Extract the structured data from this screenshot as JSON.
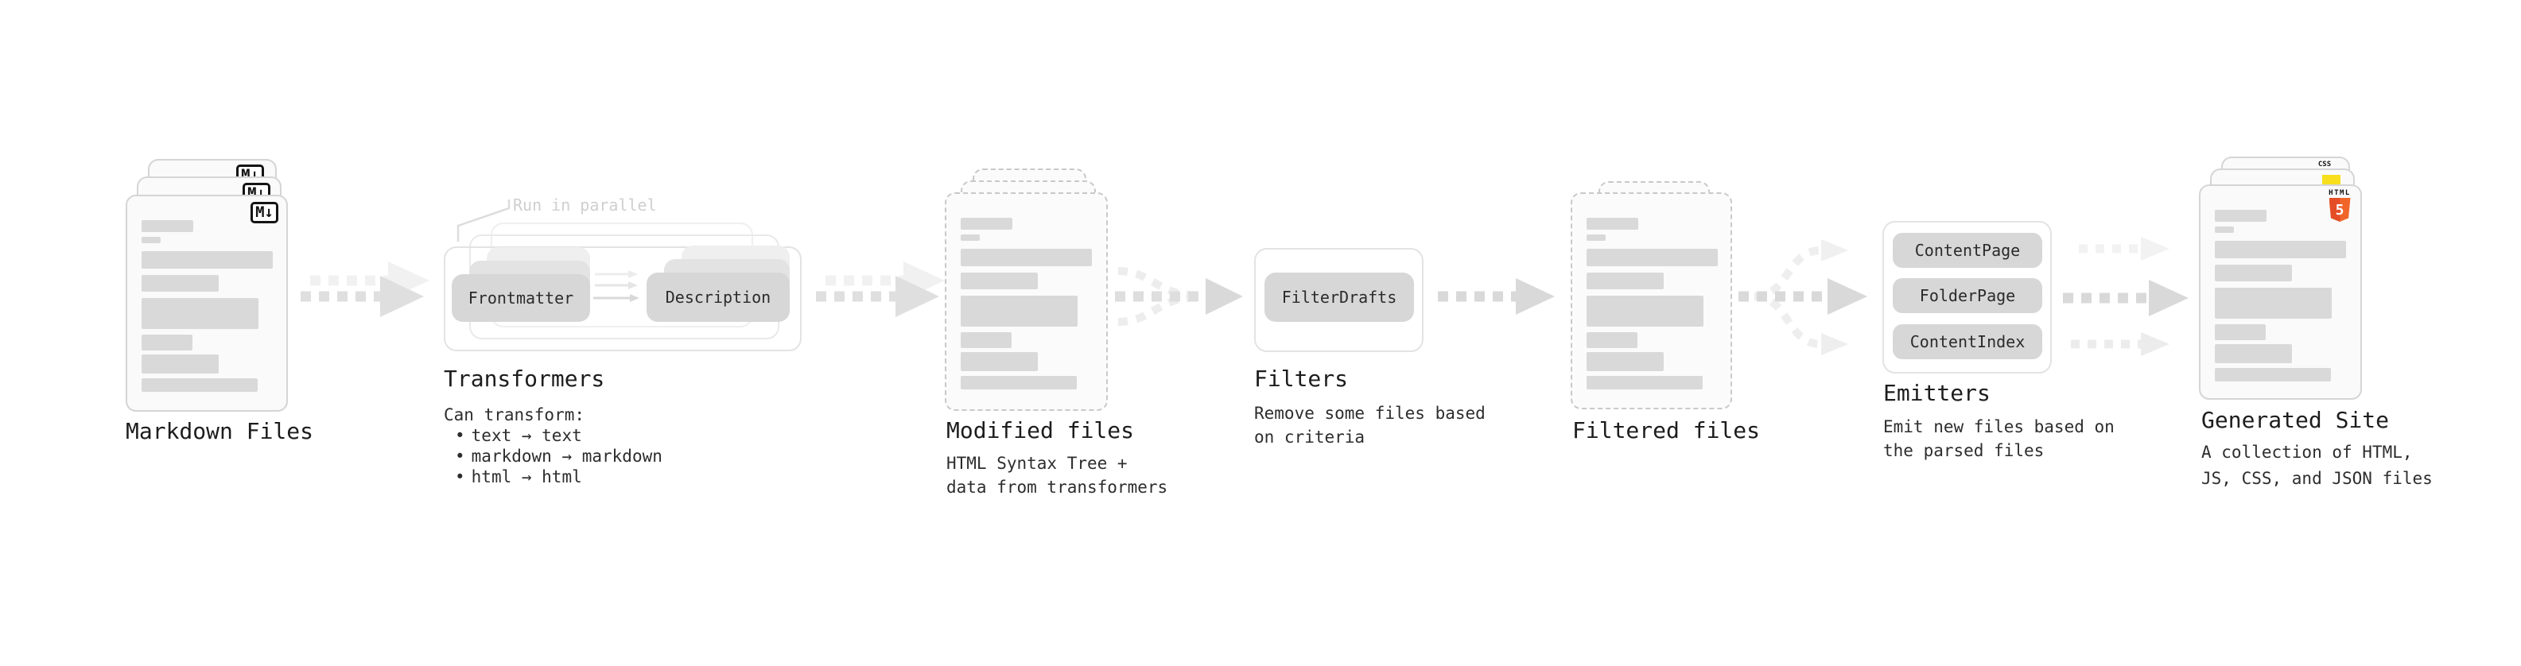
{
  "stages": {
    "markdown": {
      "label": "Markdown Files",
      "badge": "M↓"
    },
    "transformers": {
      "label": "Transformers",
      "note": "Run in parallel",
      "pill_frontmatter": "Frontmatter",
      "pill_description": "Description",
      "caption_title": "Can transform:",
      "bullet_char": "•",
      "bullets": [
        "text → text",
        "markdown → markdown",
        "html → html"
      ]
    },
    "modified": {
      "label": "Modified files",
      "caption": [
        "HTML Syntax Tree +",
        "data from transformers"
      ]
    },
    "filters": {
      "label": "Filters",
      "pill": "FilterDrafts",
      "caption": [
        "Remove some files based",
        "on criteria"
      ]
    },
    "filtered": {
      "label": "Filtered files"
    },
    "emitters": {
      "label": "Emitters",
      "pills": [
        "ContentPage",
        "FolderPage",
        "ContentIndex"
      ],
      "caption": [
        "Emit new files based on",
        "the parsed files"
      ]
    },
    "generated": {
      "label": "Generated Site",
      "caption": [
        "A collection of HTML,",
        "JS, CSS, and JSON files"
      ],
      "badge_css": "CSS",
      "badge_html": "HTML",
      "badge_html_number": "5"
    }
  },
  "colors": {
    "html5_orange": "#e44d26",
    "html5_orange_light": "#f16529",
    "js_yellow": "#f7df1e",
    "css_blue": "#2563eb",
    "bar_gray": "#d9d9d9",
    "pill_gray": "#d7d7d7",
    "arrow_gray": "#d9d9d9",
    "arrow_ghost_gray": "#f1f1f1",
    "note_gray": "#cfcfcf"
  }
}
